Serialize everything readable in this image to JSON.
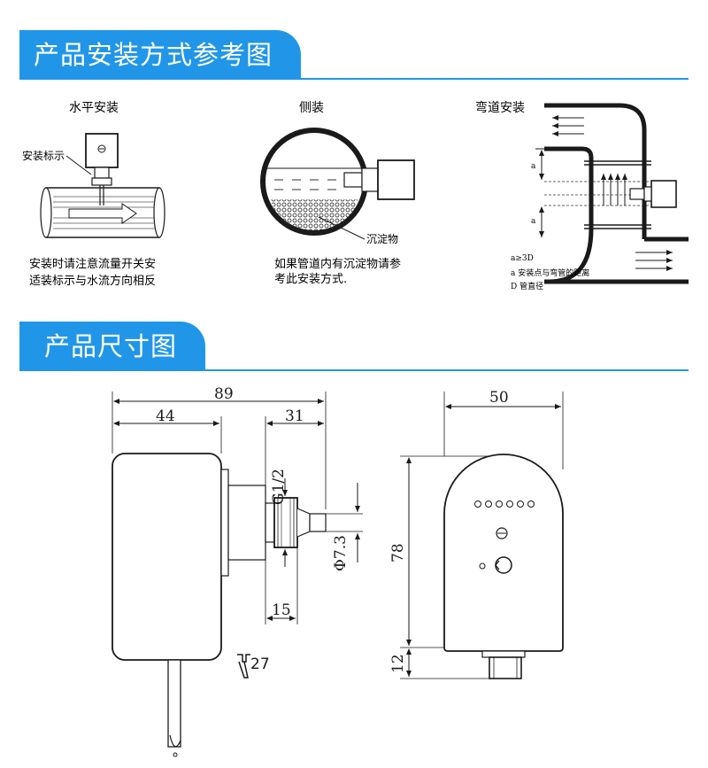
{
  "section1": {
    "title": "产品安装方式参考图"
  },
  "section2": {
    "title": "产品尺寸图"
  },
  "install": {
    "horizontal": {
      "title": "水平安装",
      "marker_label": "安装标示",
      "note_line1": "安装时请注意流量开关安",
      "note_line2": "适装标示与水流方向相反"
    },
    "side": {
      "title": "侧装",
      "sediment_label": "沉淀物",
      "note_line1": "如果管道内有沉淀物请参",
      "note_line2": "考此安装方式."
    },
    "bend": {
      "title": "弯道安装",
      "a_label": "a",
      "legend1": "a≥3D",
      "legend2": "a 安装点与弯管的距离",
      "legend3": "D 管直径"
    }
  },
  "dimensions": {
    "total_width": "89",
    "body_width": "44",
    "fitting_width": "31",
    "thread": "G1/2",
    "probe_dia": "Φ7.3",
    "nut_width": "15",
    "wrench": "27",
    "front_width": "50",
    "front_height": "78",
    "fitting_height": "12"
  },
  "colors": {
    "accent": "#2196e8",
    "line": "#1a1a1a"
  }
}
